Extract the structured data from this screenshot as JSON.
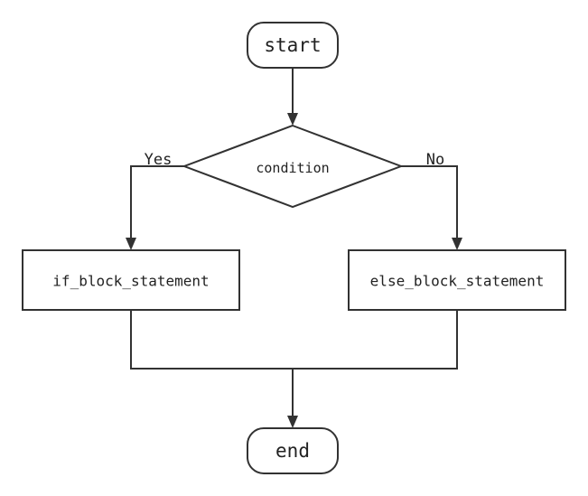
{
  "flowchart": {
    "start_label": "start",
    "decision_label": "condition",
    "yes_label": "Yes",
    "no_label": "No",
    "if_block_label": "if_block_statement",
    "else_block_label": "else_block_statement",
    "end_label": "end"
  },
  "colors": {
    "stroke": "#323232",
    "background": "#ffffff",
    "text": "#222222"
  }
}
